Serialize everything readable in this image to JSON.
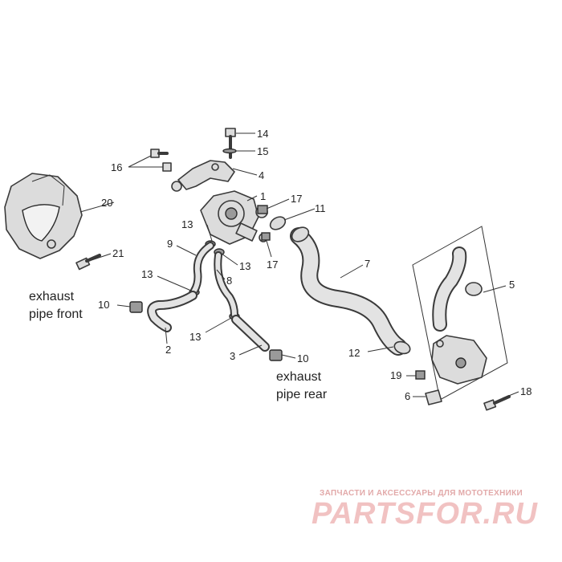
{
  "captions": {
    "exhaust_front_line1": "exhaust",
    "exhaust_front_line2": "pipe front",
    "exhaust_rear_line1": "exhaust",
    "exhaust_rear_line2": "pipe rear"
  },
  "callouts": {
    "n1": "1",
    "n2": "2",
    "n3": "3",
    "n4": "4",
    "n5": "5",
    "n6": "6",
    "n7": "7",
    "n8": "8",
    "n9": "9",
    "n10a": "10",
    "n10b": "10",
    "n11": "11",
    "n12": "12",
    "n13a": "13",
    "n13b": "13",
    "n13c": "13",
    "n13d": "13",
    "n14": "14",
    "n15": "15",
    "n16": "16",
    "n17a": "17",
    "n17b": "17",
    "n18": "18",
    "n19": "19",
    "n20": "20",
    "n21": "21"
  },
  "watermark": {
    "tagline": "ЗАПЧАСТИ И АКСЕССУАРЫ ДЛЯ МОТОТЕХНИКИ",
    "brand": "PARTSFOR.RU"
  },
  "colors": {
    "line": "#3a3a3a",
    "fill": "#dcdcdc",
    "watermark": "#f1c2c2"
  }
}
